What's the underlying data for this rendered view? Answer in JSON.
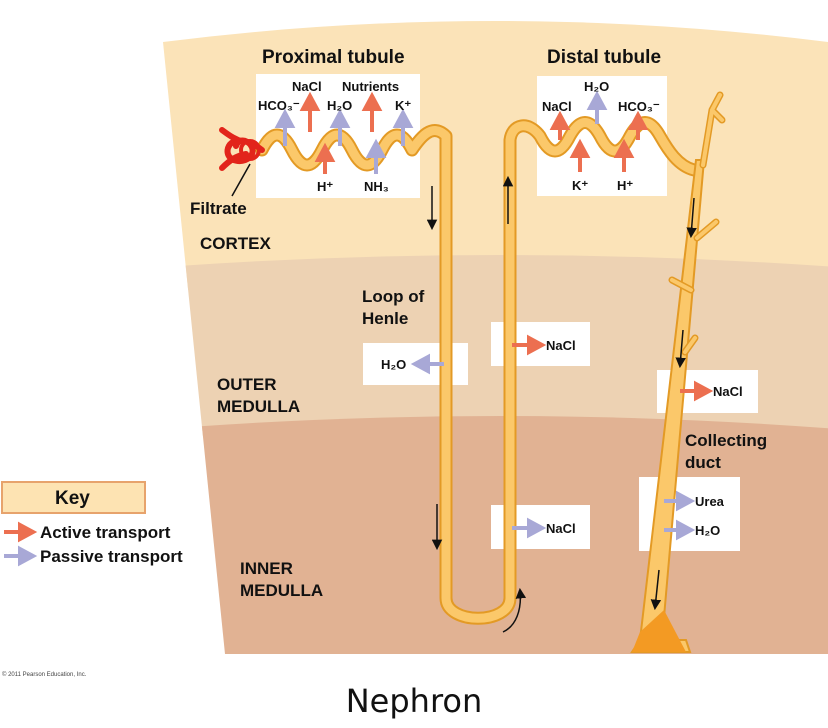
{
  "title": "Nephron",
  "regions": {
    "cortex": "CORTEX",
    "outer_medulla": [
      "OUTER",
      "MEDULLA"
    ],
    "inner_medulla": [
      "INNER",
      "MEDULLA"
    ]
  },
  "structures": {
    "proximal_tubule": "Proximal tubule",
    "distal_tubule": "Distal tubule",
    "loop_of_henle": [
      "Loop of",
      "Henle"
    ],
    "collecting_duct": [
      "Collecting",
      "duct"
    ],
    "filtrate": "Filtrate"
  },
  "proximal_box": {
    "top_labels": [
      "NaCl",
      "Nutrients"
    ],
    "upper_labels": [
      "HCO₃⁻",
      "H₂O",
      "K⁺"
    ],
    "bottom_labels": [
      "H⁺",
      "NH₃"
    ]
  },
  "distal_box": {
    "top_label": "H₂O",
    "upper_labels": [
      "NaCl",
      "HCO₃⁻"
    ],
    "bottom_labels": [
      "K⁺",
      "H⁺"
    ]
  },
  "outer_medulla_boxes": {
    "descending": "H₂O",
    "ascending": "NaCl",
    "collecting": "NaCl"
  },
  "inner_medulla_boxes": {
    "ascending": "NaCl",
    "collecting": [
      "Urea",
      "H₂O"
    ]
  },
  "key": {
    "title": "Key",
    "active": "Active transport",
    "passive": "Passive transport"
  },
  "copyright": "© 2011 Pearson Education, Inc.",
  "colors": {
    "active_arrow": "#ec6f50",
    "passive_arrow": "#a8a8d6",
    "cortex": "#fbe3b8",
    "outer_medulla": "#edd2b3",
    "inner_medulla": "#e1b293",
    "tubule": "#fbc86a",
    "tubule_edge": "#e39a25",
    "glomerulus": "#e2241b",
    "key_fill": "#fde3b2",
    "key_border": "#e7a36c"
  }
}
